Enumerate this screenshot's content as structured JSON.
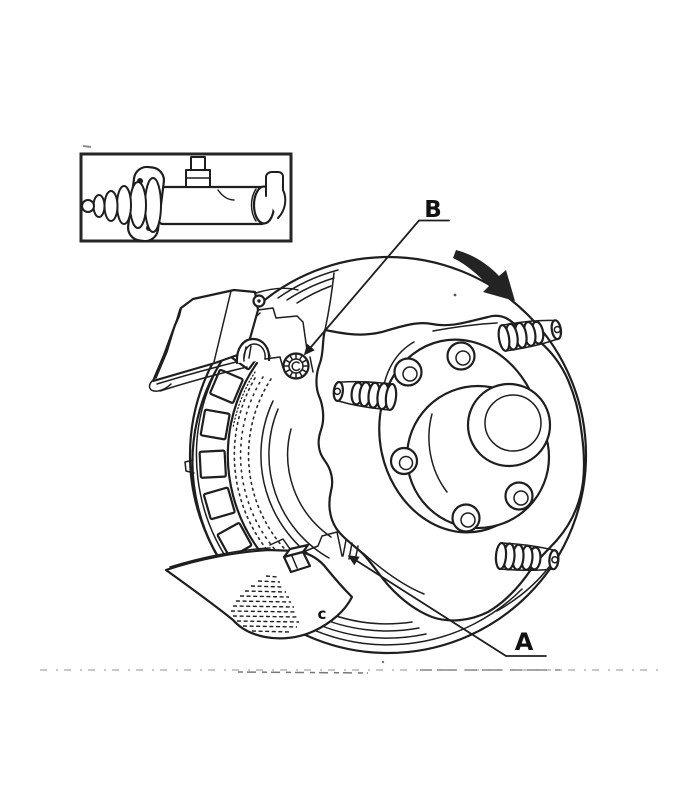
{
  "figure": {
    "callouts": {
      "b": "B",
      "a": "A",
      "c": "c"
    },
    "icons": {
      "rotation_arrow": "curved-arrow-down-right"
    },
    "colors": {
      "ink": "#1e1e1e",
      "paper": "#ffffff",
      "faint_scan_line": "#a8a8a8"
    }
  }
}
